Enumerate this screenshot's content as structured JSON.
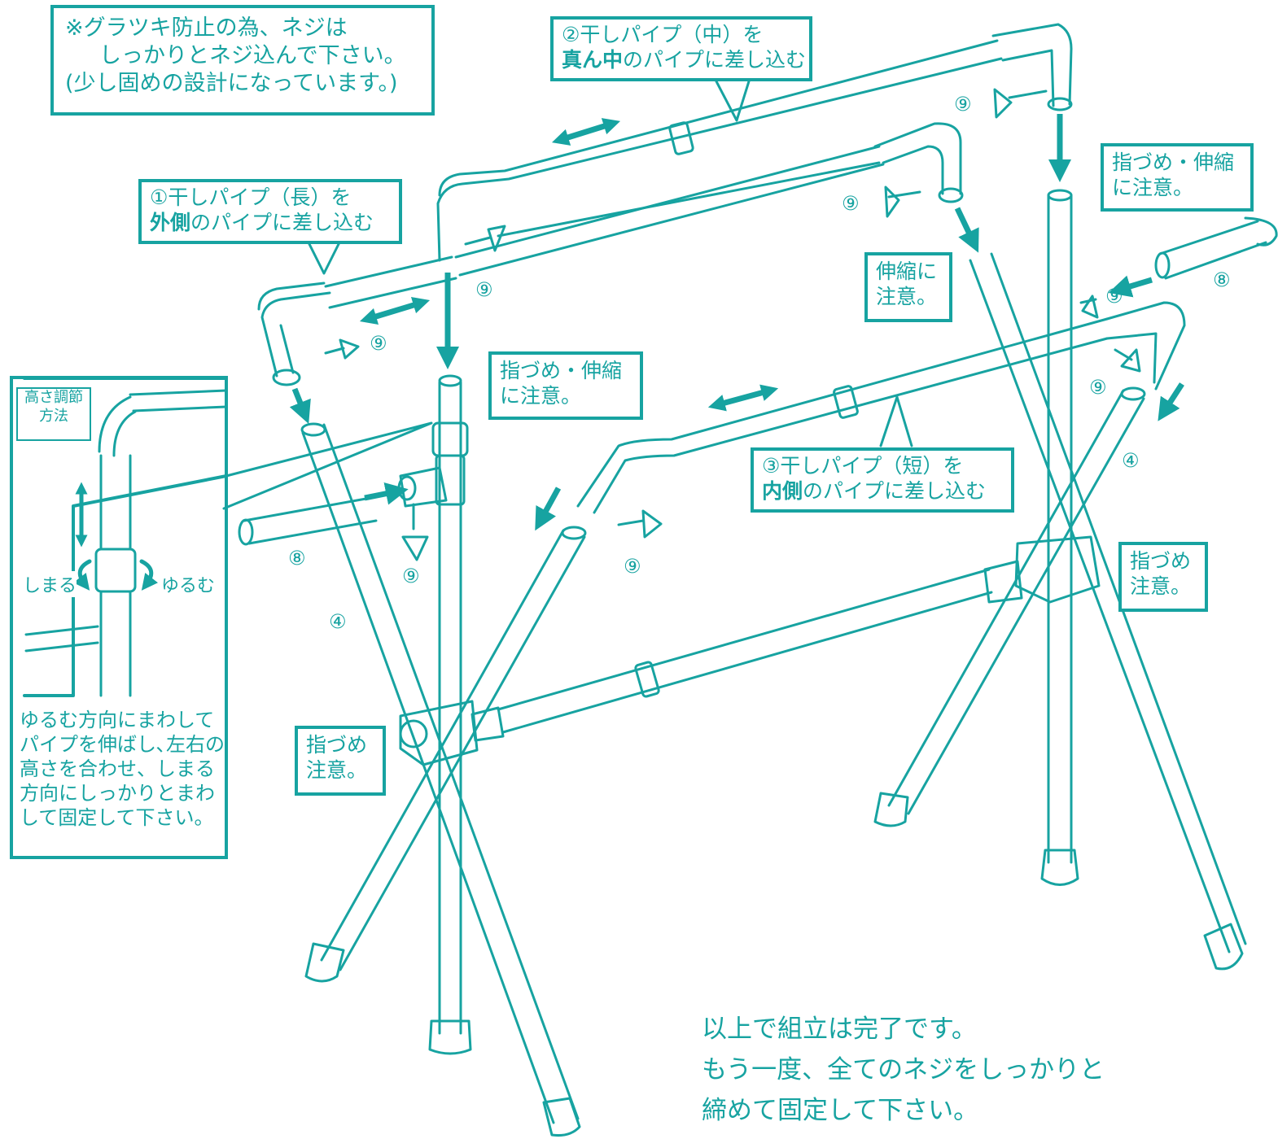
{
  "colors": {
    "teal": "#17a3a1",
    "white": "#ffffff"
  },
  "notes": {
    "tighten": {
      "line1": "※グラツキ防止の為、ネジは",
      "line2": "しっかりとネジ込んで下さい。",
      "line3": "(少し固めの設計になっています。)"
    },
    "pipe_middle": {
      "line1": "②干しパイプ（中）を",
      "emph": "真ん中",
      "rest": "のパイプに差し込む"
    },
    "pipe_long": {
      "line1": "①干しパイプ（長）を",
      "emph": "外側",
      "rest": "のパイプに差し込む"
    },
    "pipe_short": {
      "line1": "③干しパイプ（短）を",
      "emph": "内側",
      "rest": "のパイプに差し込む"
    },
    "pinch_stretch_right": {
      "line1": "指づめ・伸縮",
      "line2": "に注意。"
    },
    "pinch_stretch_center": {
      "line1": "指づめ・伸縮",
      "line2": "に注意。"
    },
    "stretch": {
      "line1": "伸縮に",
      "line2": "注意。"
    },
    "pinch_left": {
      "line1": "指づめ",
      "line2": "注意。"
    },
    "pinch_right": {
      "line1": "指づめ",
      "line2": "注意。"
    }
  },
  "height_adjust": {
    "title_line1": "高さ調節",
    "title_line2": "方法",
    "tighten_label": "しまる",
    "loosen_label": "ゆるむ",
    "instructions": [
      "ゆるむ方向にまわして",
      "パイプを伸ばし､左右の",
      "高さを合わせ、しまる",
      "方向にしっかりとまわ",
      "して固定して下さい。"
    ]
  },
  "part_labels": {
    "screw": "⑨",
    "leg": "④",
    "end_cap": "⑧"
  },
  "final_message": [
    "以上で組立は完了です。",
    "もう一度、全てのネジをしっかりと",
    "締めて固定して下さい。"
  ]
}
